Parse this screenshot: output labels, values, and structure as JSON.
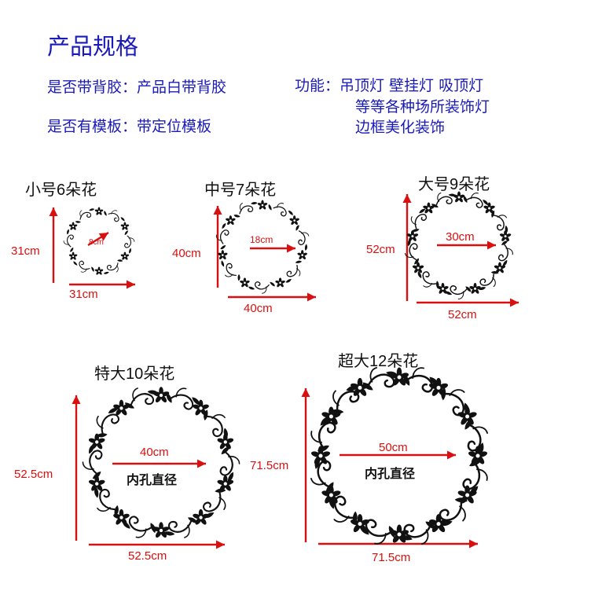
{
  "header": {
    "title": "产品规格",
    "adhesive": "是否带背胶：产品白带背胶",
    "template": "是否有模板：带定位模板",
    "function_line1": "功能：吊顶灯  壁挂灯  吸顶灯",
    "function_line2": "等等各种场所装饰灯",
    "function_line3": "边框美化装饰"
  },
  "colors": {
    "text_blue": "#1a1ab8",
    "arrow_red": "#d81010",
    "ornament": "#111111"
  },
  "products": [
    {
      "title": "小号6朵花",
      "height": "31cm",
      "width": "31cm",
      "inner": "8cm",
      "flowers": 6
    },
    {
      "title": "中号7朵花",
      "height": "40cm",
      "width": "40cm",
      "inner": "18cm",
      "flowers": 7
    },
    {
      "title": "大号9朵花",
      "height": "52cm",
      "width": "52cm",
      "inner": "30cm",
      "flowers": 9
    },
    {
      "title": "特大10朵花",
      "height": "52.5cm",
      "width": "52.5cm",
      "inner": "40cm",
      "flowers": 10,
      "hole_label": "内孔直径"
    },
    {
      "title": "超大12朵花",
      "height": "71.5cm",
      "width": "71.5cm",
      "inner": "50cm",
      "flowers": 12,
      "hole_label": "内孔直径"
    }
  ]
}
